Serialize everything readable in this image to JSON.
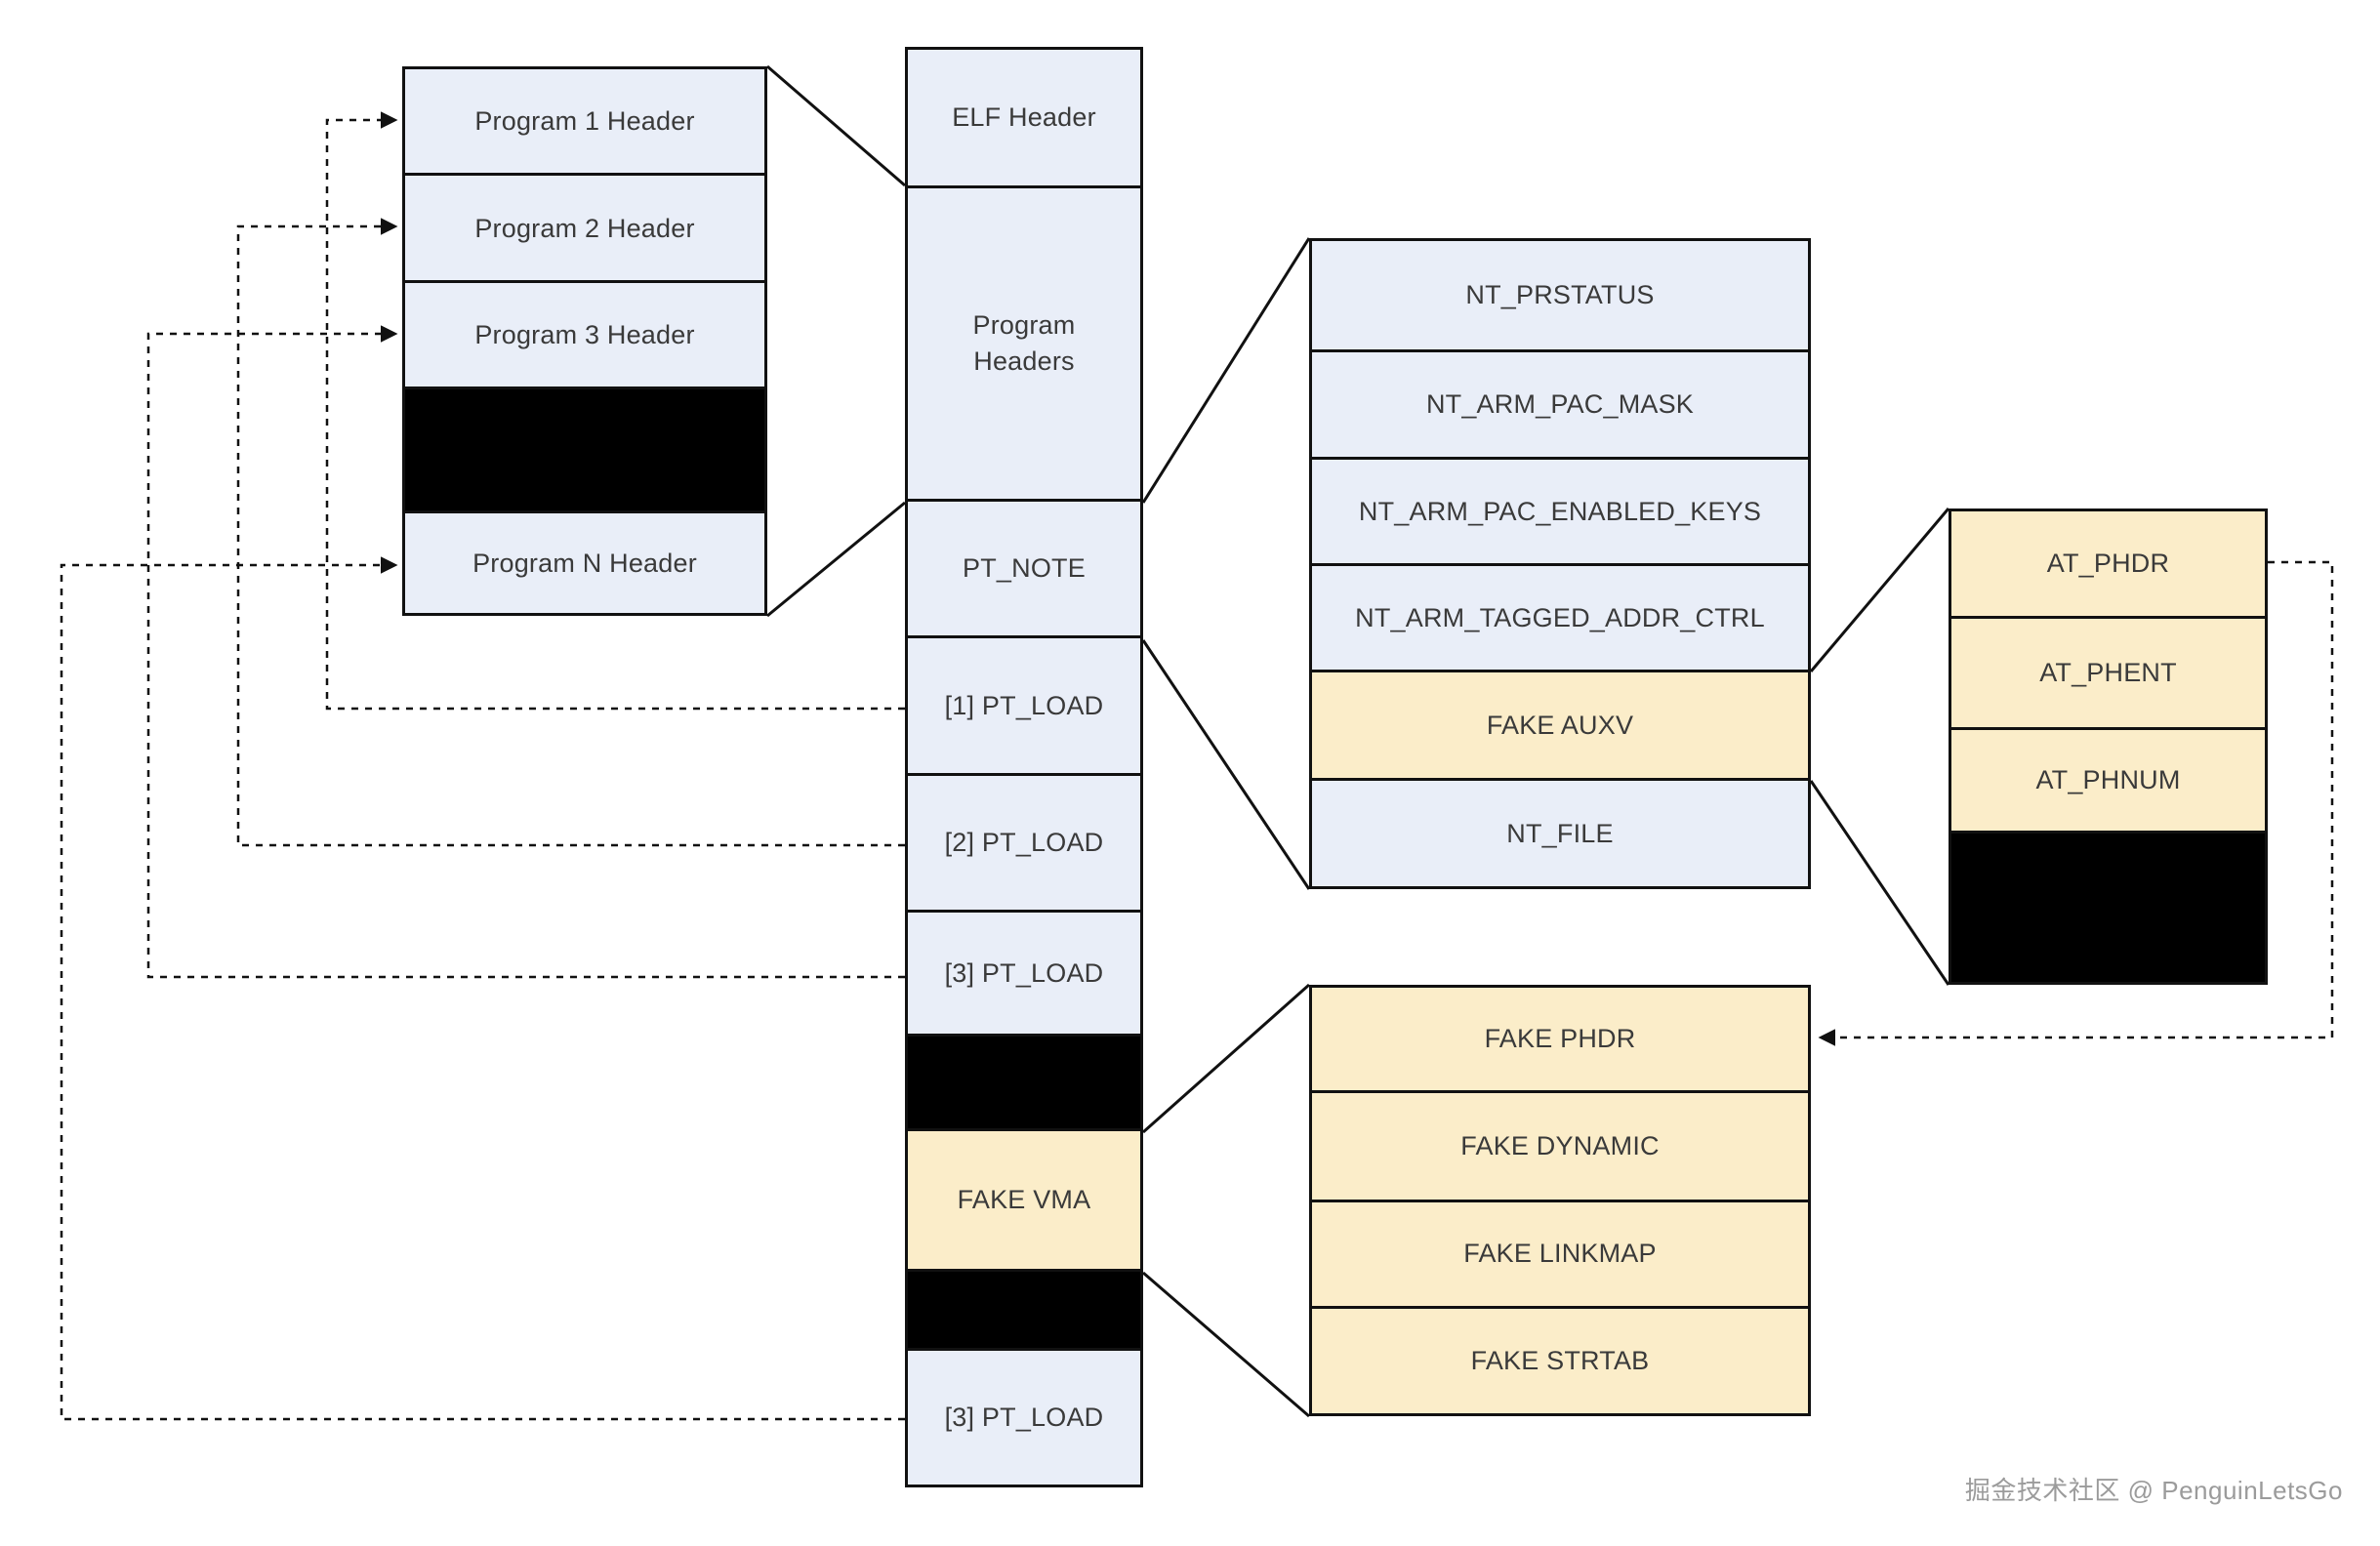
{
  "watermark": "掘金技术社区 @ PenguinLetsGo",
  "colors": {
    "box_fill": "#e9eef8",
    "highlight_fill": "#fbedc9",
    "black_fill": "#000000",
    "line_color": "#111111"
  },
  "program_header_stack": {
    "rows": [
      {
        "label": "Program 1 Header",
        "type": "normal"
      },
      {
        "label": "Program 2 Header",
        "type": "normal"
      },
      {
        "label": "Program 3 Header",
        "type": "normal"
      },
      {
        "label": "",
        "type": "black"
      },
      {
        "label": "Program N Header",
        "type": "normal"
      }
    ]
  },
  "elf_column": {
    "sections": [
      {
        "label": "ELF Header",
        "type": "normal"
      },
      {
        "label": "Program Headers",
        "type": "normal"
      },
      {
        "label": "PT_NOTE",
        "type": "normal"
      },
      {
        "label": "[1] PT_LOAD",
        "type": "normal"
      },
      {
        "label": "[2] PT_LOAD",
        "type": "normal"
      },
      {
        "label": "[3] PT_LOAD",
        "type": "normal"
      },
      {
        "label": "",
        "type": "black"
      },
      {
        "label": "FAKE VMA",
        "type": "highlight"
      },
      {
        "label": "",
        "type": "black"
      },
      {
        "label": "[3] PT_LOAD",
        "type": "normal"
      }
    ]
  },
  "note_stack": {
    "rows": [
      {
        "label": "NT_PRSTATUS",
        "type": "normal"
      },
      {
        "label": "NT_ARM_PAC_MASK",
        "type": "normal"
      },
      {
        "label": "NT_ARM_PAC_ENABLED_KEYS",
        "type": "normal"
      },
      {
        "label": "NT_ARM_TAGGED_ADDR_CTRL",
        "type": "normal"
      },
      {
        "label": "FAKE AUXV",
        "type": "highlight"
      },
      {
        "label": "NT_FILE",
        "type": "normal"
      }
    ]
  },
  "auxv_stack": {
    "rows": [
      {
        "label": "AT_PHDR",
        "type": "highlight"
      },
      {
        "label": "AT_PHENT",
        "type": "highlight"
      },
      {
        "label": "AT_PHNUM",
        "type": "highlight"
      },
      {
        "label": "",
        "type": "black"
      }
    ]
  },
  "fake_stack": {
    "rows": [
      {
        "label": "FAKE PHDR",
        "type": "highlight"
      },
      {
        "label": "FAKE DYNAMIC",
        "type": "highlight"
      },
      {
        "label": "FAKE LINKMAP",
        "type": "highlight"
      },
      {
        "label": "FAKE STRTAB",
        "type": "highlight"
      }
    ]
  }
}
